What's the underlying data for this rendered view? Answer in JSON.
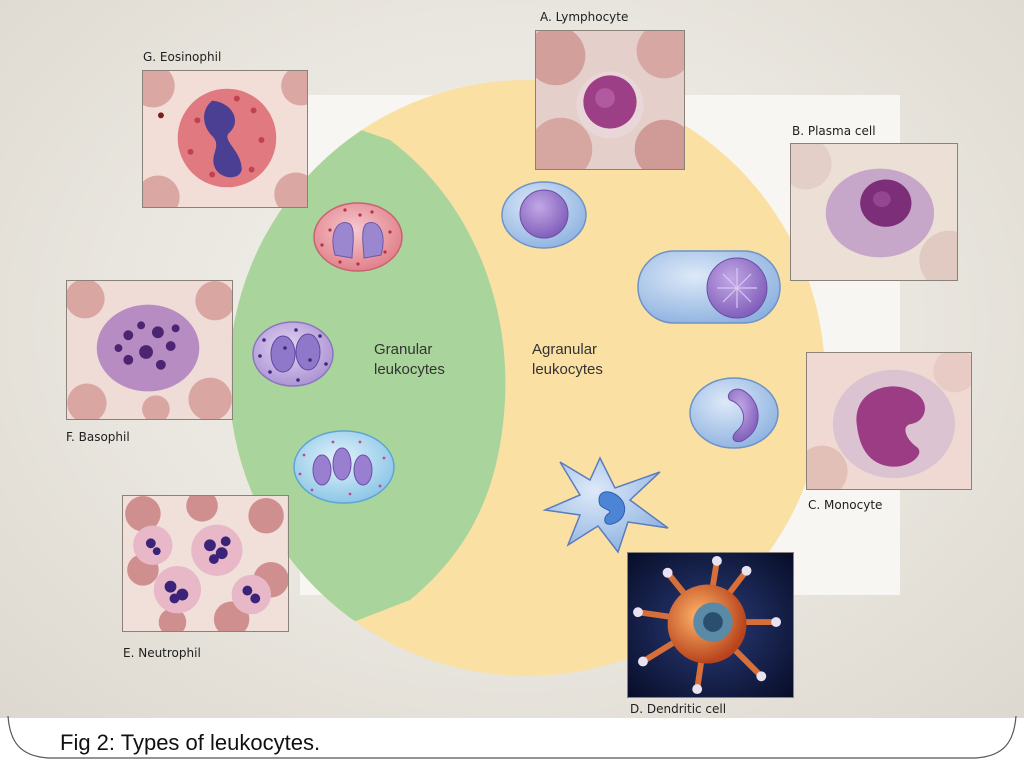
{
  "diagram": {
    "zones": {
      "granular": "Granular\nleukocytes",
      "agranular": "Agranular\nleukocytes"
    },
    "cells": [
      {
        "id": "lymphocyte",
        "label": "A. Lymphocyte"
      },
      {
        "id": "plasma-cell",
        "label": "B. Plasma cell"
      },
      {
        "id": "monocyte",
        "label": "C. Monocyte"
      },
      {
        "id": "dendritic-cell",
        "label": "D. Dendritic cell"
      },
      {
        "id": "neutrophil",
        "label": "E. Neutrophil"
      },
      {
        "id": "basophil",
        "label": "F. Basophil"
      },
      {
        "id": "eosinophil",
        "label": "G. Eosinophil"
      }
    ],
    "colors": {
      "granular_zone": "#a9d59c",
      "agranular_zone": "#fbe0a4",
      "cell_blue": "#a9c6ea",
      "nucleus_purple": "#8a5bb2",
      "eosinophil_red": "#e07b86"
    }
  },
  "caption": "Fig 2: Types of leukocytes."
}
